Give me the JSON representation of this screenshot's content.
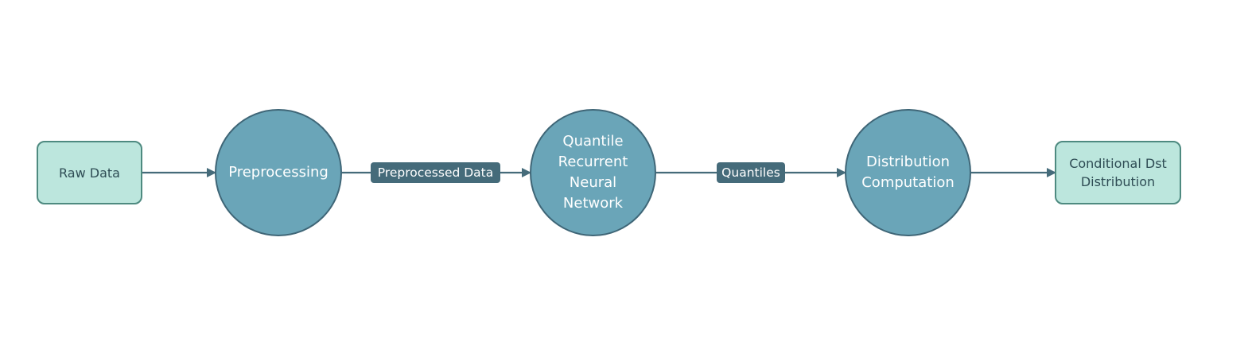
{
  "colors": {
    "box_fill": "#bce6dd",
    "box_border": "#4e8a80",
    "circle_fill": "#6aa5b8",
    "circle_border": "#3f6677",
    "edge": "#456b7a",
    "label_fill": "#456b7a"
  },
  "nodes": {
    "raw_data": "Raw Data",
    "preprocessing": "Preprocessing",
    "qrnn": "Quantile\nRecurrent\nNeural\nNetwork",
    "distribution_computation": "Distribution\nComputation",
    "conditional_distribution": "Conditional Dst\nDistribution"
  },
  "edges": {
    "preprocessed_data": "Preprocessed Data",
    "quantiles": "Quantiles"
  }
}
